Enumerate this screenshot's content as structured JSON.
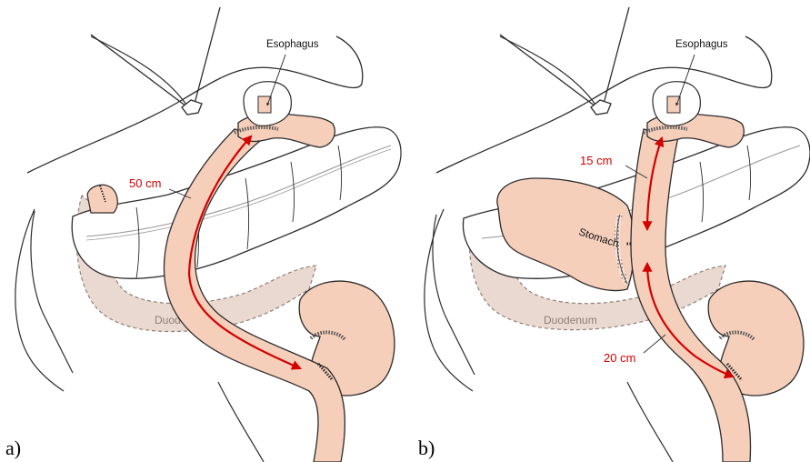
{
  "colors": {
    "bowel_fill": "#f6cfbb",
    "duodenum_fill": "#ead9d0",
    "colon_fill": "#ffffff",
    "outline": "#2b2b2b",
    "arrow_red": "#d40000",
    "duodenum_text": "#8d7f78"
  },
  "panels": [
    {
      "label": "a)",
      "esophagus_label": "Esophagus",
      "duodenum_label": "Duodenum",
      "measurements": [
        "50 cm"
      ]
    },
    {
      "label": "b)",
      "esophagus_label": "Esophagus",
      "stomach_label": "Stomach",
      "duodenum_label": "Duodenum",
      "measurements": [
        "15 cm",
        "20 cm"
      ]
    }
  ]
}
